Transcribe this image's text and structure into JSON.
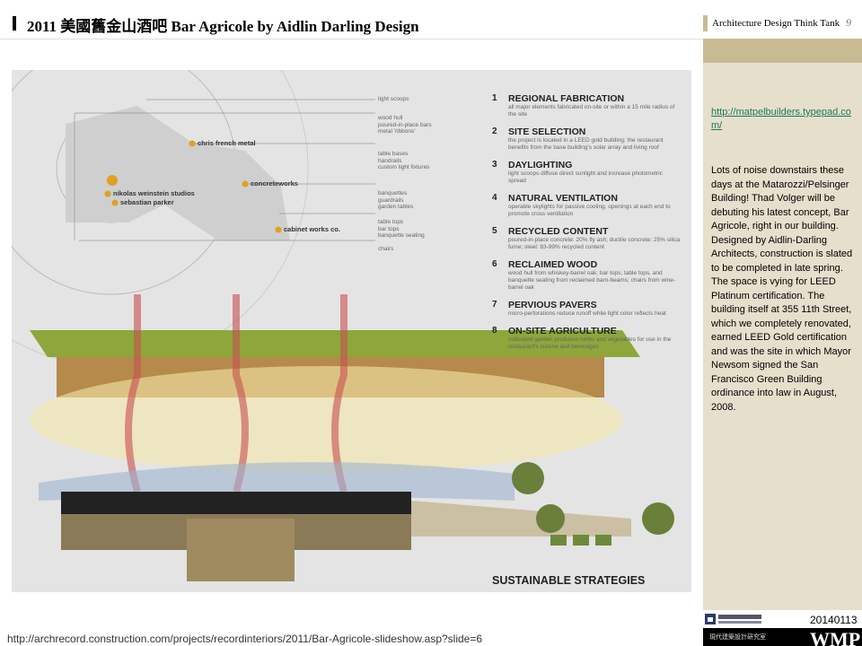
{
  "header": {
    "title": "2011  美國舊金山酒吧 Bar Agricole by Aidlin Darling Design"
  },
  "sidebar": {
    "title": "Architecture Design Think Tank",
    "page_number": "9",
    "link": "http://matpelbuilders.typepad.com/",
    "text": "Lots of noise downstairs these days at the Matarozzi/Pelsinger Building! Thad Volger   will be debuting his latest concept, Bar Agricole, right in our building. Designed by Aidlin-Darling Architects, construction is slated to be completed in late spring. The space is vying for LEED Platinum certification.  The building itself  at 355 11th Street, which we completely renovated, earned LEED Gold certification and was the site in which Mayor Newsom signed the San Francisco  Green Building ordinance into law in August, 2008.",
    "date": "20140113",
    "footer_org": "現代建築設計研究室",
    "footer_brand": "WMP"
  },
  "image": {
    "map_places": [
      "chris french metal",
      "concreteworks",
      "nikolas weinstein studios",
      "sebastian parker",
      "cabinet works co."
    ],
    "map_labels": [
      "light scoops",
      "wood hull\npoured-in-place bars\nmetal 'ribbons'",
      "table bases\nhandrails\ncustom light fixtures",
      "banquettes\nguardrails\ngarden tables",
      "table tops\nbar tops\nbanquette seating",
      "chairs"
    ],
    "strategies": [
      {
        "n": "1",
        "h": "REGIONAL FABRICATION",
        "d": "all major elements fabricated on-site or within a 15 mile radius of the site"
      },
      {
        "n": "2",
        "h": "SITE SELECTION",
        "d": "the project is located in a LEED gold building; the restaurant benefits from the base building's solar array and living roof"
      },
      {
        "n": "3",
        "h": "DAYLIGHTING",
        "d": "light scoops diffuse direct sunlight and increase photometric spread"
      },
      {
        "n": "4",
        "h": "NATURAL VENTILATION",
        "d": "operable skylights for passive cooling, openings at each end to promote cross ventilation"
      },
      {
        "n": "5",
        "h": "RECYCLED CONTENT",
        "d": "poured-in-place concrete: 20% fly ash; ductile concrete: 25% silica fume; steel: 83-99% recycled content"
      },
      {
        "n": "6",
        "h": "RECLAIMED WOOD",
        "d": "wood hull from whiskey-barrel oak; bar tops, table tops, and banquette seating from reclaimed barn-beams; chairs from wine-barrel oak"
      },
      {
        "n": "7",
        "h": "PERVIOUS PAVERS",
        "d": "micro-perforations reduce runoff while light color reflects heat"
      },
      {
        "n": "8",
        "h": "ON-SITE AGRICULTURE",
        "d": "cultivated garden produces herbs and vegetables for use in the restaurant's cuisine and beverages"
      }
    ],
    "caption": "SUSTAINABLE STRATEGIES"
  },
  "source_url": "http://archrecord.construction.com/projects/recordinteriors/2011/Bar-Agricole-slideshow.asp?slide=6"
}
